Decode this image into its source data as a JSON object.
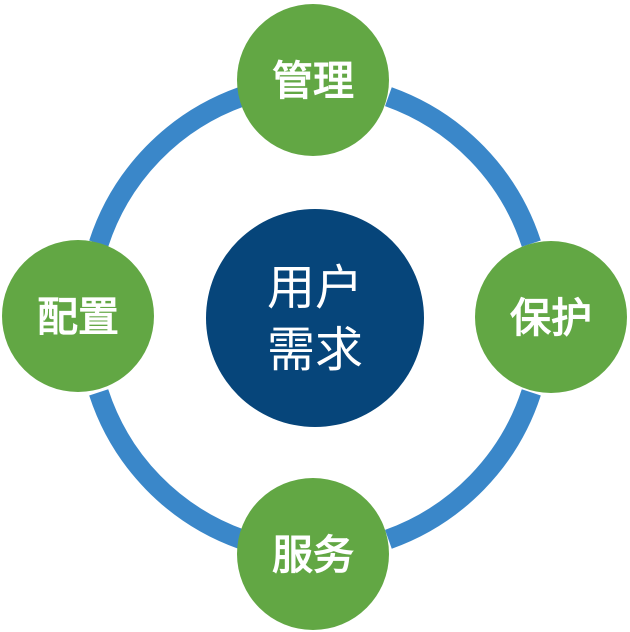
{
  "center": {
    "line1": "用户",
    "line2": "需求"
  },
  "nodes": {
    "top": "管理",
    "right": "保护",
    "bottom": "服务",
    "left": "配置"
  },
  "colors": {
    "ring": "#3a87c9",
    "node": "#62a744",
    "center": "#06457a",
    "text": "#ffffff"
  }
}
